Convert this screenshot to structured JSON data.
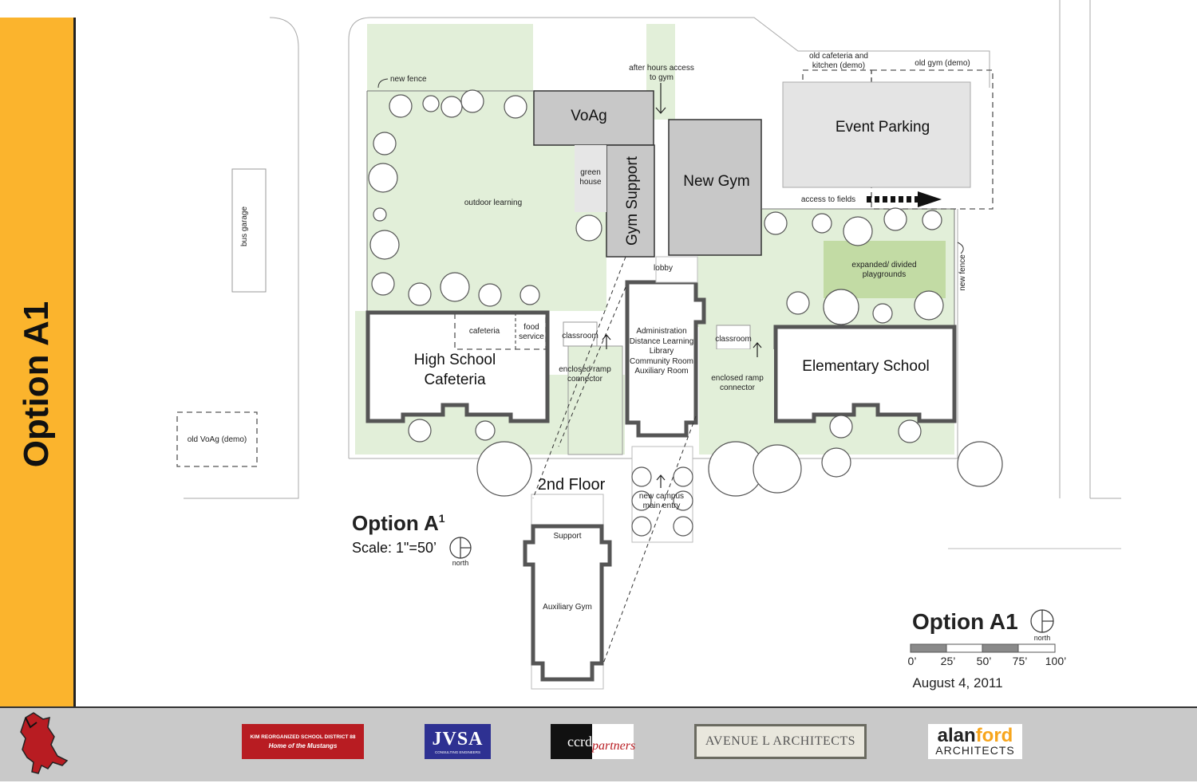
{
  "sidebar": {
    "title": "Option A1"
  },
  "site": {
    "buildings": {
      "voag": "VoAg",
      "gym_support": "Gym Support",
      "new_gym": "New Gym",
      "event_parking": "Event Parking",
      "hs_cafeteria_line1": "High School",
      "hs_cafeteria_line2": "Cafeteria",
      "elementary": "Elementary School",
      "support": "Support",
      "aux_gym": "Auxiliary Gym"
    },
    "labels": {
      "new_fence_top": "new fence",
      "after_hours_1": "after hours access",
      "after_hours_2": "to gym",
      "old_cafeteria_1": "old cafeteria and",
      "old_cafeteria_2": "kitchen (demo)",
      "old_gym": "old gym (demo)",
      "green_house_1": "green",
      "green_house_2": "house",
      "outdoor_learning": "outdoor learning",
      "access_fields": "access to fields",
      "lobby": "lobby",
      "cafeteria": "cafeteria",
      "food_1": "food",
      "food_2": "service",
      "classroom_left": "classroom",
      "classroom_right": "classroom",
      "admin_1": "Administration",
      "admin_2": "Distance Learning",
      "admin_3": "Library",
      "admin_4": "Community Room",
      "admin_5": "Auxiliary Room",
      "ramp_left_1": "enclosed ramp",
      "ramp_left_2": "connector",
      "ramp_right_1": "enclosed ramp",
      "ramp_right_2": "connector",
      "playground_1": "expanded/ divided",
      "playground_2": "playgrounds",
      "new_fence_right": "new fence",
      "bus_garage": "bus garage",
      "old_voag": "old VoAg (demo)",
      "second_floor": "2nd Floor",
      "main_entry_1": "new campus",
      "main_entry_2": "main entry"
    }
  },
  "inset": {
    "title_main": "Option A",
    "title_sup": "1",
    "scale": "Scale: 1\"=50’",
    "north": "north"
  },
  "legend": {
    "title": "Option A1",
    "north": "north",
    "scale_ticks": [
      "0’",
      "25’",
      "50’",
      "75’",
      "100’"
    ],
    "date": "August 4, 2011"
  },
  "footer": {
    "logos": {
      "kim_line1": "KIM REORGANIZED SCHOOL DISTRICT 88",
      "kim_line2": "Home of the Mustangs",
      "jvsa": "JVSA",
      "jvsa_sub": "CONSULTING ENGINEERS",
      "ccrd_1": "ccrd",
      "ccrd_2": "partners",
      "avenue": "AVENUE L ARCHITECTS",
      "alan": "alan",
      "ford": "ford",
      "architects": "ARCHITECTS"
    }
  },
  "colors": {
    "sidebar": "#fbb42d",
    "lawn": "#e2efd9",
    "playground": "#c2dba4",
    "building_dark": "#c8c8c8",
    "footer": "#c9c9c9",
    "kim_red": "#b81c22",
    "jvsa_blue": "#2e3192"
  }
}
